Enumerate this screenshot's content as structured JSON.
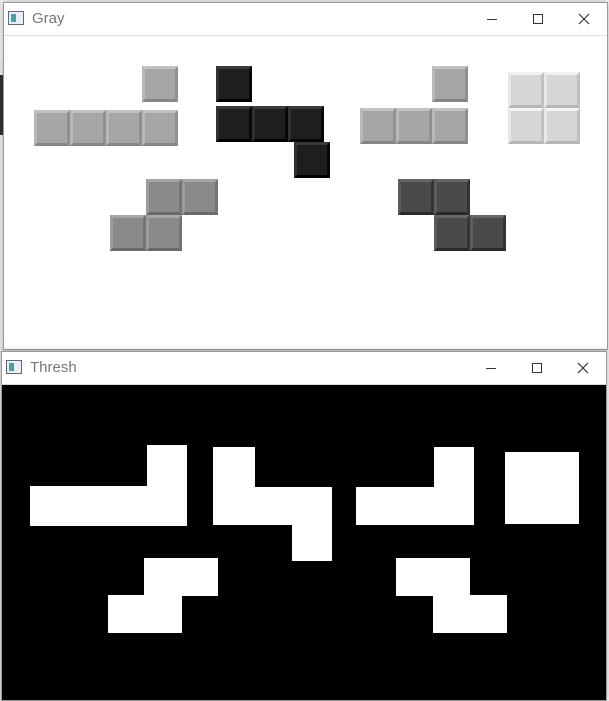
{
  "windows": {
    "gray": {
      "title": "Gray",
      "canvas_background": "#ffffff",
      "pieces": [
        {
          "name": "piece-j-light",
          "color": "#a6a6a6"
        },
        {
          "name": "piece-dark",
          "color": "#1e1e1e"
        },
        {
          "name": "piece-j-light-2",
          "color": "#a6a6a6"
        },
        {
          "name": "piece-o-lightest",
          "color": "#d6d6d6"
        },
        {
          "name": "piece-s-mid",
          "color": "#8a8a8a"
        },
        {
          "name": "piece-z-darkgray",
          "color": "#4a4a4a"
        }
      ]
    },
    "thresh": {
      "title": "Thresh",
      "canvas_background": "#000000",
      "blob_color": "#ffffff"
    }
  },
  "controls": {
    "minimize_icon": "minimize-icon",
    "maximize_icon": "maximize-icon",
    "close_icon": "close-icon"
  }
}
